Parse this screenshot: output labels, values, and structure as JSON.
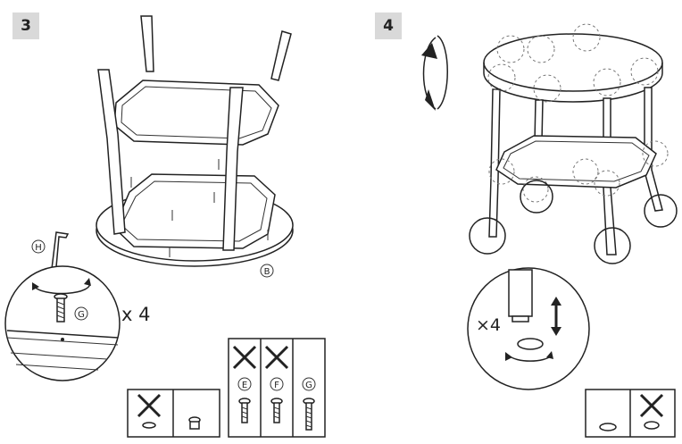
{
  "steps": [
    {
      "number": "3"
    },
    {
      "number": "4"
    }
  ],
  "step3": {
    "tool_label": "H",
    "screw_label": "G",
    "tabletop_label": "B",
    "quantity": "x 4"
  },
  "step4": {
    "quantity": "×4"
  },
  "parts_box": {
    "labels": [
      "E",
      "F",
      "G"
    ]
  }
}
